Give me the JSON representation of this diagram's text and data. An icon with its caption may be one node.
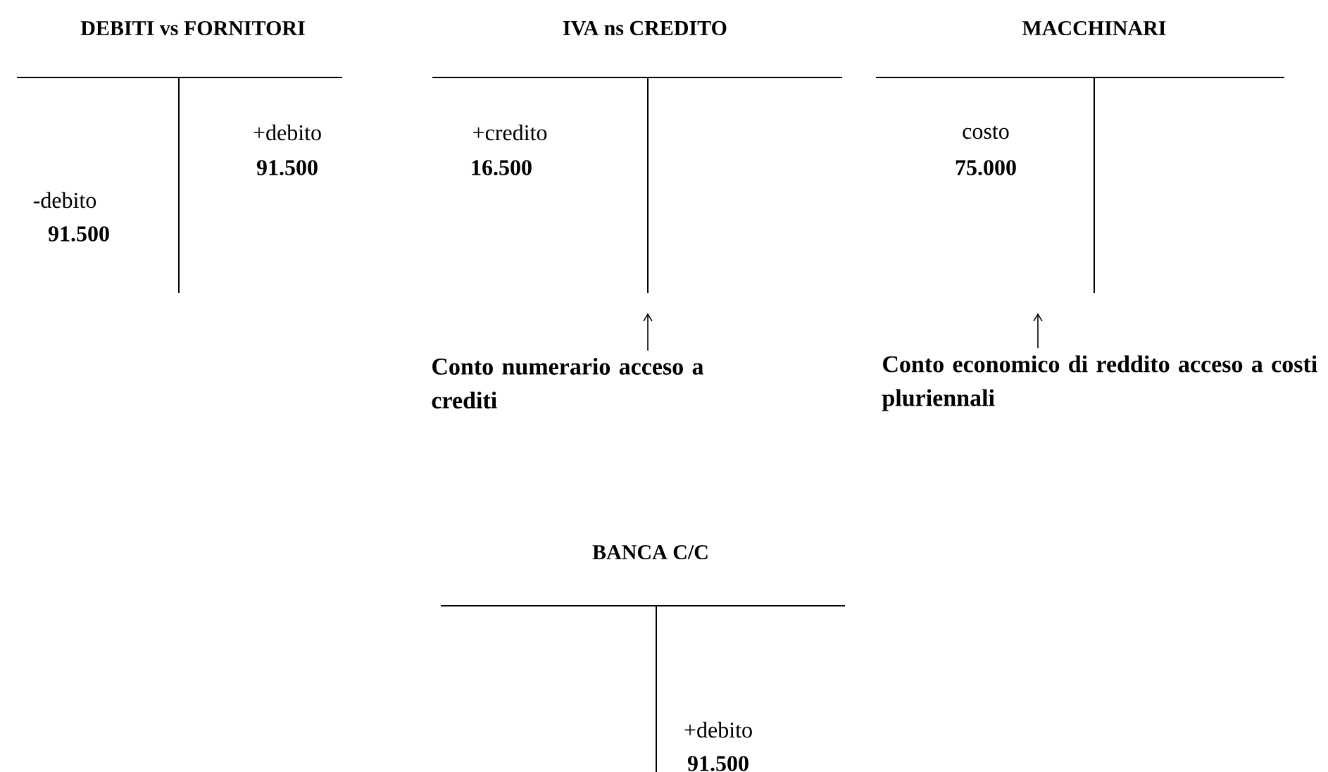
{
  "diagram": {
    "nodes": [
      {
        "text": [
          "DEBITI vs FORNITORI",
          "-debito",
          "91.500",
          "+debito",
          "91.500"
        ]
      },
      {
        "text": [
          "IVA ns CREDITO",
          "+credito",
          "16.500"
        ]
      },
      {
        "text": [
          "MACCHINARI",
          "costo",
          "75.000"
        ]
      },
      {
        "text": [
          "Conto numerario acceso a crediti"
        ]
      },
      {
        "text": [
          "Conto economico di reddito acceso a costi pluriennali"
        ]
      },
      {
        "text": [
          "BANCA C/C",
          "+debito",
          "91.500"
        ]
      }
    ],
    "edges": [
      {
        "from": 3,
        "to": 1,
        "arrow": "to"
      },
      {
        "from": 4,
        "to": 2,
        "arrow": "to"
      }
    ]
  }
}
